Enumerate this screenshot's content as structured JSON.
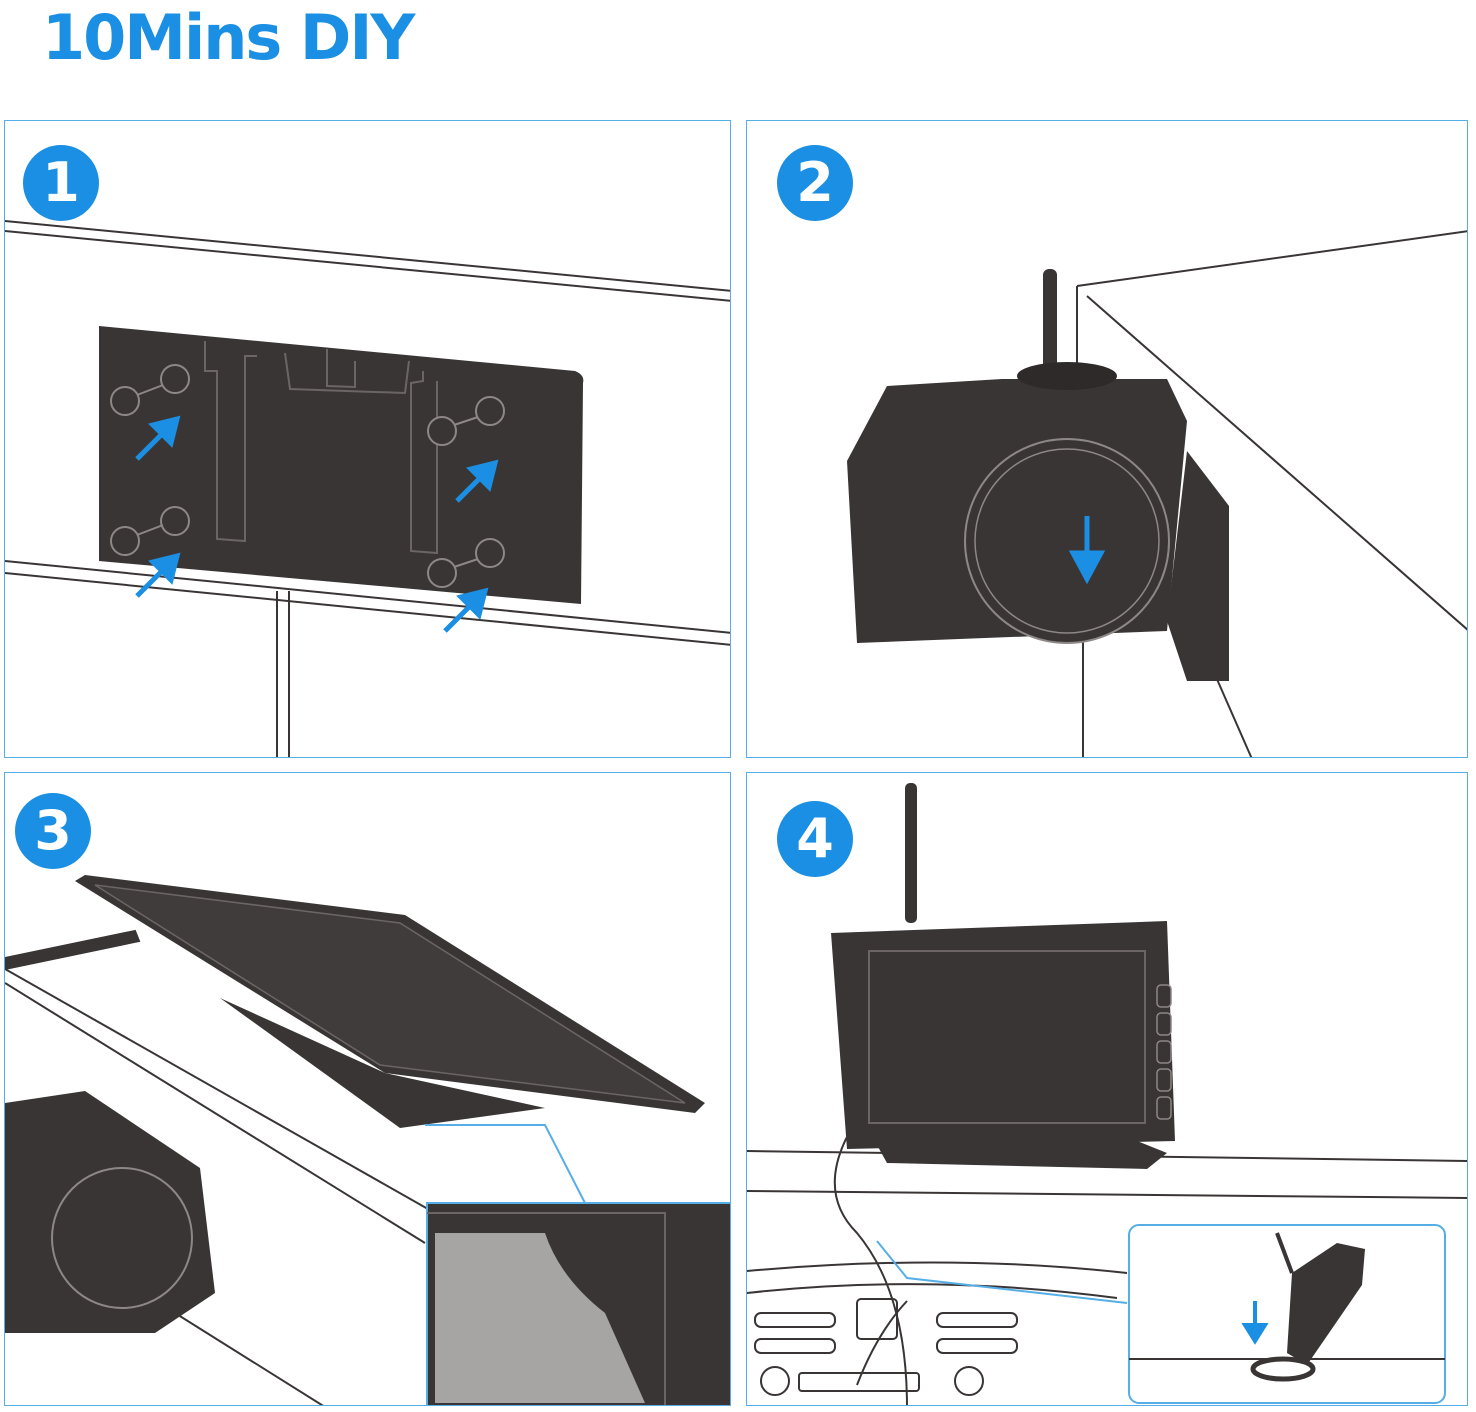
{
  "title": "10Mins DIY",
  "accent_color": "#1a8fe3",
  "device_color": "#3a3535",
  "steps": [
    {
      "number": "1"
    },
    {
      "number": "2"
    },
    {
      "number": "3"
    },
    {
      "number": "4"
    }
  ]
}
